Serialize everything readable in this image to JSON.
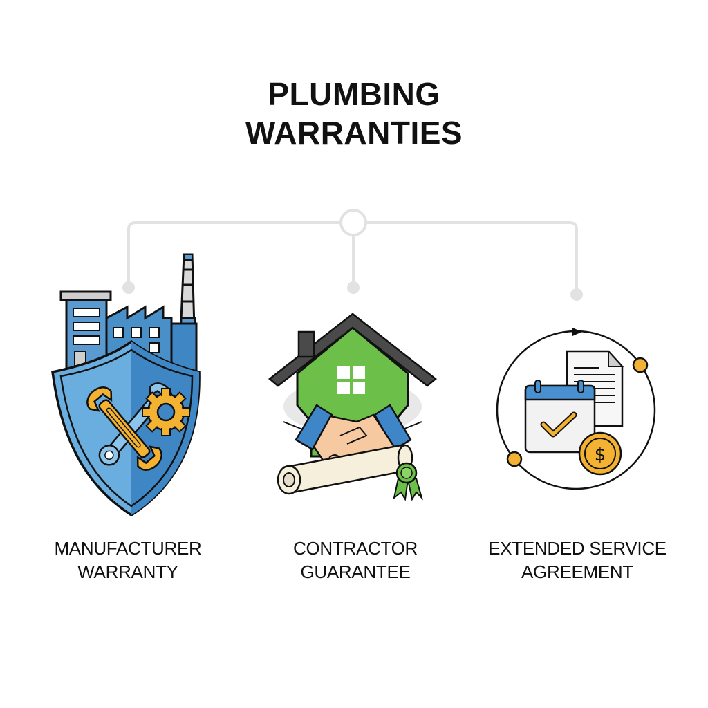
{
  "title": {
    "line1": "PLUMBING",
    "line2": "WARRANTIES"
  },
  "colors": {
    "connector": "#e2e2e2",
    "shield_blue": "#4a90c8",
    "shield_blue_light": "#6aaee0",
    "tool_orange": "#f4b232",
    "house_green": "#6cc04a",
    "roof_gray": "#4a4a4a",
    "sleeve_blue": "#3e86c8",
    "skin": "#f6c9a0",
    "calendar_blue": "#4a90d0",
    "coin_orange": "#f4b232"
  },
  "branches": [
    {
      "id": "manufacturer",
      "label_line1": "MANUFACTURER",
      "label_line2": "WARRANTY",
      "icon": "factory-shield-wrench-gear-icon"
    },
    {
      "id": "contractor",
      "label_line1": "CONTRACTOR",
      "label_line2": "GUARANTEE",
      "icon": "house-handshake-certificate-icon"
    },
    {
      "id": "extended",
      "label_line1": "EXTENDED SERVICE",
      "label_line2": "AGREEMENT",
      "icon": "calendar-document-coin-cycle-icon"
    }
  ]
}
